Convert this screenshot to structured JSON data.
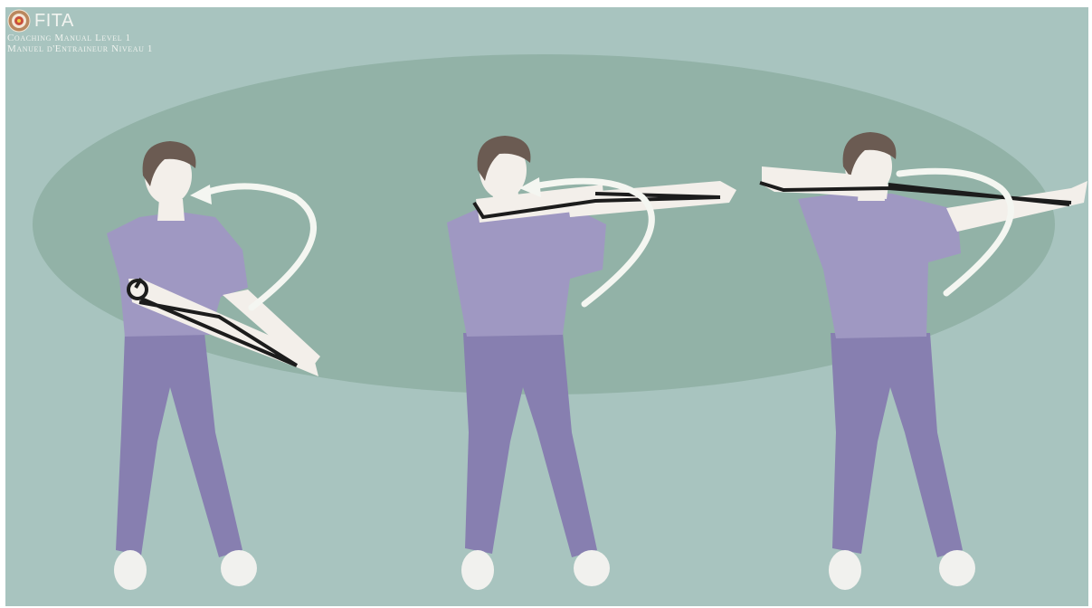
{
  "header": {
    "logo_name": "fita-emblem-icon",
    "brand": "FITA",
    "line1": "Coaching Manual Level 1",
    "line2": "Manuel d'Entraineur Niveau 1"
  },
  "colors": {
    "background": "#a8c4bf",
    "ellipse": "#8fb0a4",
    "shirt": "#9f98c2",
    "trousers": "#877fb0",
    "skin": "#f3efea",
    "hair": "#6b5b52",
    "band": "#1c1c1c",
    "arrow": "#f4f6f1",
    "shoe": "#f1f1ee"
  },
  "figures": [
    {
      "name": "figure-step-1"
    },
    {
      "name": "figure-step-2"
    },
    {
      "name": "figure-step-3"
    }
  ]
}
